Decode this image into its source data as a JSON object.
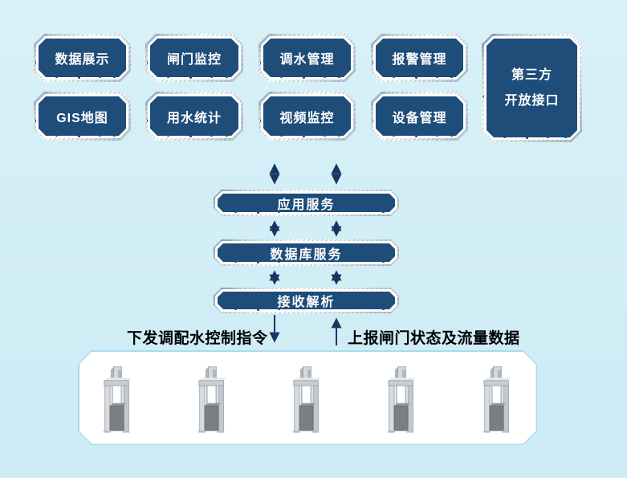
{
  "colors": {
    "background": "#d3eef6",
    "node_fill": "#1e4d7a",
    "node_text": "#ffffff",
    "frame_silver": "#c9d6de",
    "arrow_navy": "#16375f",
    "panel_border": "#a8dbee",
    "panel_fill": "#ffffff",
    "flow_label_text": "#000000",
    "gate_gray": "#c9ced3",
    "gate_panel_gray": "#7a7f84"
  },
  "modules": {
    "row1": [
      {
        "label": "数据展示"
      },
      {
        "label": "闸门监控"
      },
      {
        "label": "调水管理"
      },
      {
        "label": "报警管理"
      }
    ],
    "row2": [
      {
        "label": "GIS地图"
      },
      {
        "label": "用水统计"
      },
      {
        "label": "视频监控"
      },
      {
        "label": "设备管理"
      }
    ],
    "third_party": {
      "line1": "第三方",
      "line2": "开放接口"
    }
  },
  "service_layers": [
    {
      "label": "应用服务"
    },
    {
      "label": "数据库服务"
    },
    {
      "label": "接收解析"
    }
  ],
  "flow_labels": {
    "downlink": "下发调配水控制指令",
    "uplink": "上报闸门状态及流量数据"
  },
  "field_devices": {
    "icon": "sluice-gate-icon",
    "count": 5
  }
}
